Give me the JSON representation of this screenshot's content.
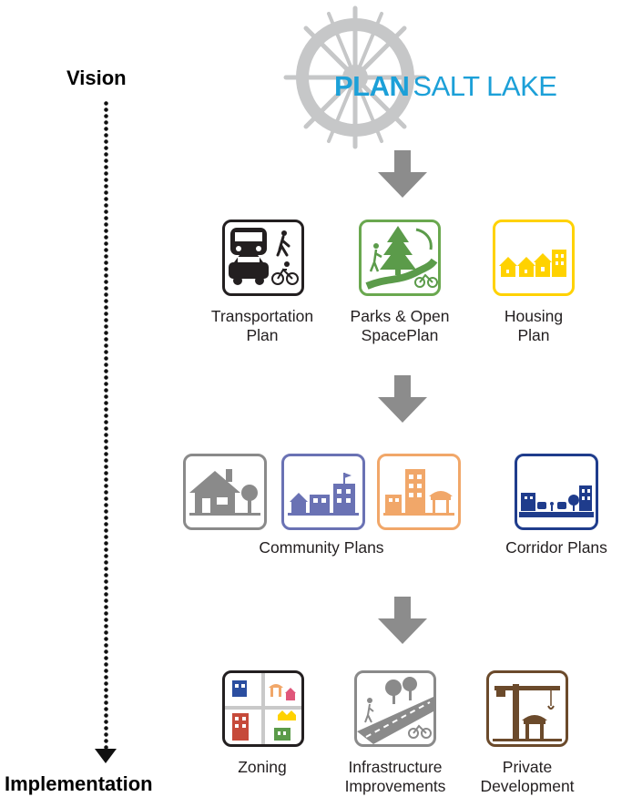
{
  "axis": {
    "top_label": "Vision",
    "bottom_label": "Implementation"
  },
  "logo": {
    "plan_word": "PLAN",
    "rest_words": "SALT LAKE",
    "accent_color": "#1ca0d8",
    "wheel_color": "#c6c7c8"
  },
  "tier1": {
    "items": [
      {
        "line1": "Transportation",
        "line2": "Plan",
        "icon": "transportation-icon",
        "color": "#231f20"
      },
      {
        "line1": "Parks & Open",
        "line2": "SpacePlan",
        "icon": "parks-icon",
        "color": "#6aa84f"
      },
      {
        "line1": "Housing",
        "line2": "Plan",
        "icon": "housing-icon",
        "color": "#ffd200"
      }
    ]
  },
  "tier2": {
    "community_label": "Community Plans",
    "corridor_label": "Corridor Plans",
    "colors": {
      "house": "#8a8a8a",
      "town": "#6a72b4",
      "urban": "#f1a769",
      "corridor": "#1f3c8c"
    }
  },
  "tier3": {
    "items": [
      {
        "line1": "Zoning",
        "line2": "",
        "icon": "zoning-icon",
        "color": "#231f20"
      },
      {
        "line1": "Infrastructure",
        "line2": "Improvements",
        "icon": "infrastructure-icon",
        "color": "#8a8a8a"
      },
      {
        "line1": "Private",
        "line2": "Development",
        "icon": "crane-icon",
        "color": "#6b4a2b"
      }
    ]
  },
  "arrow_color": "#8c8c8c"
}
